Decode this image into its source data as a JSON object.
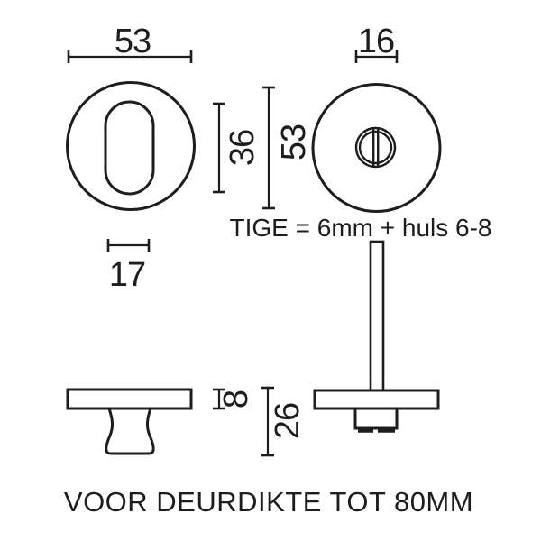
{
  "views": {
    "keyhole_rosette_front": {
      "width_label": "53",
      "slot_height_label": "36",
      "slot_width_label": "17"
    },
    "turn_rosette_front": {
      "knob_width_label": "16",
      "height_label": "53"
    },
    "side_view_knob": {
      "plate_thickness_label": "8",
      "total_depth_label": "26"
    }
  },
  "notes": {
    "spindle_note": "TIGE = 6mm + huls 6-8",
    "door_thickness_note": "VOOR DEURDIKTE TOT 80MM"
  },
  "colors": {
    "line": "#1d1d1b",
    "background": "#ffffff"
  }
}
